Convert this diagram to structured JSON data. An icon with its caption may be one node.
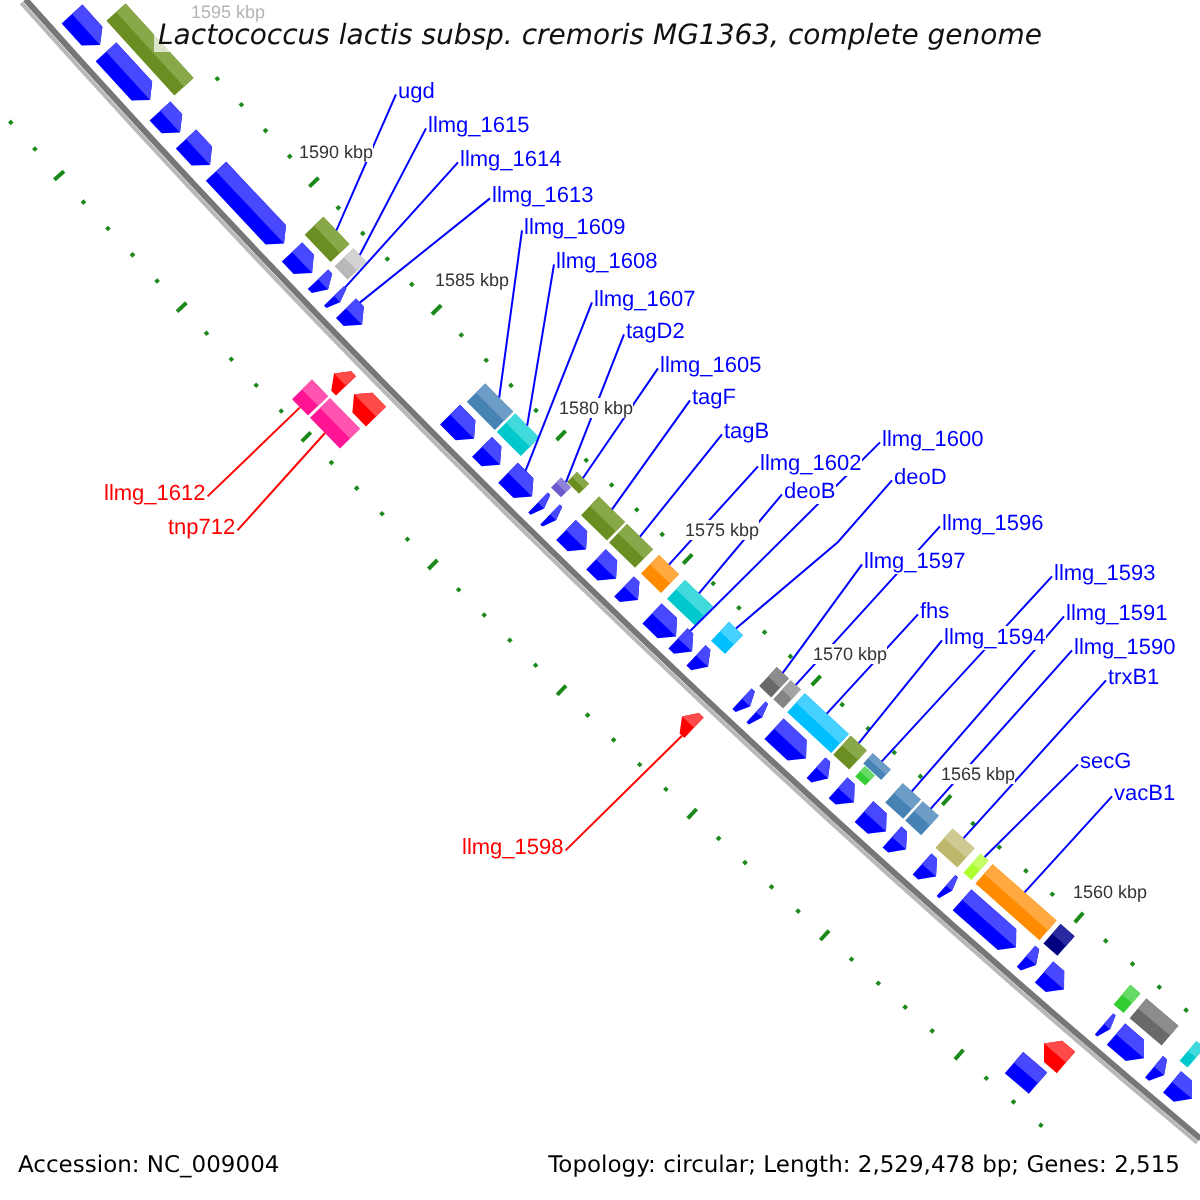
{
  "diagram": {
    "title": "Lactococcus lactis subsp. cremoris MG1363, complete genome",
    "nodes": [
      {
        "text": [
          "ugd"
        ]
      },
      {
        "text": [
          "llmg_1615"
        ]
      },
      {
        "text": [
          "llmg_1614"
        ]
      },
      {
        "text": [
          "llmg_1613"
        ]
      },
      {
        "text": [
          "llmg_1609"
        ]
      },
      {
        "text": [
          "llmg_1608"
        ]
      },
      {
        "text": [
          "llmg_1607"
        ]
      },
      {
        "text": [
          "tagD2"
        ]
      },
      {
        "text": [
          "llmg_1605"
        ]
      },
      {
        "text": [
          "tagF"
        ]
      },
      {
        "text": [
          "tagB"
        ]
      },
      {
        "text": [
          "llmg_1600"
        ]
      },
      {
        "text": [
          "llmg_1602"
        ]
      },
      {
        "text": [
          "deoD"
        ]
      },
      {
        "text": [
          "deoB"
        ]
      },
      {
        "text": [
          "llmg_1612"
        ]
      },
      {
        "text": [
          "llmg_1596"
        ]
      },
      {
        "text": [
          "tnp712"
        ]
      },
      {
        "text": [
          "llmg_1597"
        ]
      },
      {
        "text": [
          "llmg_1593"
        ]
      },
      {
        "text": [
          "fhs"
        ]
      },
      {
        "text": [
          "llmg_1591"
        ]
      },
      {
        "text": [
          "llmg_1594"
        ]
      },
      {
        "text": [
          "llmg_1590"
        ]
      },
      {
        "text": [
          "trxB1"
        ]
      },
      {
        "text": [
          "secG"
        ]
      },
      {
        "text": [
          "vacB1"
        ]
      },
      {
        "text": [
          "llmg_1598"
        ]
      },
      {
        "text": [],
        "shape": "arrow"
      },
      {
        "text": [],
        "shape": "bar"
      },
      {
        "text": [],
        "shape": "arrow"
      },
      {
        "text": [],
        "shape": "arrow"
      },
      {
        "text": [],
        "shape": "arrow"
      },
      {
        "text": [],
        "shape": "arrow"
      },
      {
        "text": [],
        "shape": "arrow"
      },
      {
        "text": [],
        "shape": "bar"
      },
      {
        "text": [],
        "shape": "arrow"
      },
      {
        "text": [],
        "shape": "bar"
      },
      {
        "text": [],
        "shape": "arrow"
      },
      {
        "text": [],
        "shape": "arrow"
      },
      {
        "text": [],
        "shape": "bar"
      },
      {
        "text": [],
        "shape": "arrow"
      },
      {
        "text": [],
        "shape": "bar"
      },
      {
        "text": [],
        "shape": "arrow"
      },
      {
        "text": [],
        "shape": "arrow"
      },
      {
        "text": [],
        "shape": "bar"
      },
      {
        "text": [],
        "shape": "arrow"
      },
      {
        "text": [],
        "shape": "bar"
      },
      {
        "text": [],
        "shape": "arrow"
      },
      {
        "text": [],
        "shape": "bar"
      },
      {
        "text": [],
        "shape": "arrow"
      },
      {
        "text": [],
        "shape": "arrow"
      },
      {
        "text": [],
        "shape": "bar"
      },
      {
        "text": [],
        "shape": "arrow"
      },
      {
        "text": [],
        "shape": "bar"
      },
      {
        "text": [],
        "shape": "bar"
      },
      {
        "text": [],
        "shape": "arrow"
      },
      {
        "text": [],
        "shape": "arrow"
      },
      {
        "text": [],
        "shape": "bar"
      },
      {
        "text": [],
        "shape": "arrow"
      },
      {
        "text": [],
        "shape": "bar"
      },
      {
        "text": [],
        "shape": "arrow"
      },
      {
        "text": [],
        "shape": "bar"
      },
      {
        "text": [],
        "shape": "arrow"
      },
      {
        "text": [],
        "shape": "arrow"
      },
      {
        "text": [],
        "shape": "arrow"
      },
      {
        "text": [],
        "shape": "bar"
      },
      {
        "text": [],
        "shape": "arrow"
      },
      {
        "text": [],
        "shape": "bar"
      },
      {
        "text": [],
        "shape": "arrow"
      },
      {
        "text": [],
        "shape": "bar"
      },
      {
        "text": [],
        "shape": "arrow"
      },
      {
        "text": [],
        "shape": "bar"
      },
      {
        "text": [],
        "shape": "bar"
      },
      {
        "text": [],
        "shape": "arrow"
      },
      {
        "text": [],
        "shape": "bar"
      },
      {
        "text": [],
        "shape": "arrow"
      },
      {
        "text": [],
        "shape": "bar"
      },
      {
        "text": [],
        "shape": "bar"
      },
      {
        "text": [],
        "shape": "arrow"
      },
      {
        "text": [],
        "shape": "arrow"
      },
      {
        "text": [],
        "shape": "bar"
      },
      {
        "text": [],
        "shape": "arrow"
      },
      {
        "text": [],
        "shape": "bar"
      },
      {
        "text": [],
        "shape": "arrow"
      },
      {
        "text": [],
        "shape": "bar"
      },
      {
        "text": [],
        "shape": "arrow"
      },
      {
        "text": [],
        "shape": "bar"
      },
      {
        "text": [],
        "shape": "arrow"
      },
      {
        "text": [],
        "shape": "bar"
      },
      {
        "text": [],
        "shape": "arrow"
      },
      {
        "text": [],
        "shape": "bar"
      },
      {
        "text": [],
        "shape": "arrow"
      },
      {
        "text": [],
        "shape": "bar"
      },
      {
        "text": [],
        "shape": "arrow"
      },
      {
        "text": [],
        "shape": "arrow"
      },
      {
        "text": [],
        "shape": "bar"
      },
      {
        "text": [],
        "shape": "arrow"
      }
    ],
    "edges": [
      {
        "from": 0,
        "to": 35,
        "arrow": "none"
      },
      {
        "from": 1,
        "to": 37,
        "arrow": "none"
      },
      {
        "from": 2,
        "to": 38,
        "arrow": "none"
      },
      {
        "from": 3,
        "to": 39,
        "arrow": "none"
      },
      {
        "from": 4,
        "to": 45,
        "arrow": "none"
      },
      {
        "from": 5,
        "to": 47,
        "arrow": "none"
      },
      {
        "from": 6,
        "to": 48,
        "arrow": "none"
      },
      {
        "from": 7,
        "to": 49,
        "arrow": "none"
      },
      {
        "from": 8,
        "to": 52,
        "arrow": "none"
      },
      {
        "from": 9,
        "to": 54,
        "arrow": "none"
      },
      {
        "from": 10,
        "to": 55,
        "arrow": "none"
      },
      {
        "from": 11,
        "to": 61,
        "arrow": "none"
      },
      {
        "from": 12,
        "to": 58,
        "arrow": "none"
      },
      {
        "from": 13,
        "to": 62,
        "arrow": "none"
      },
      {
        "from": 14,
        "to": 60,
        "arrow": "none"
      },
      {
        "from": 15,
        "to": 40,
        "arrow": "none",
        "color": "#ff0000"
      },
      {
        "from": 16,
        "to": 68,
        "arrow": "none"
      },
      {
        "from": 17,
        "to": 42,
        "arrow": "none",
        "color": "#ff0000"
      },
      {
        "from": 18,
        "to": 66,
        "arrow": "none"
      },
      {
        "from": 19,
        "to": 75,
        "arrow": "none"
      },
      {
        "from": 20,
        "to": 70,
        "arrow": "none"
      },
      {
        "from": 21,
        "to": 77,
        "arrow": "none"
      },
      {
        "from": 22,
        "to": 72,
        "arrow": "none"
      },
      {
        "from": 23,
        "to": 78,
        "arrow": "none"
      },
      {
        "from": 24,
        "to": 81,
        "arrow": "none"
      },
      {
        "from": 25,
        "to": 83,
        "arrow": "none"
      },
      {
        "from": 26,
        "to": 85,
        "arrow": "none"
      },
      {
        "from": 27,
        "to": 64,
        "arrow": "none",
        "color": "#ff0000"
      }
    ],
    "labels": [
      "1595 kbp",
      "1590 kbp",
      "1585 kbp",
      "1580 kbp",
      "1575 kbp",
      "1570 kbp",
      "1565 kbp",
      "1560 kbp",
      "Accession: NC_009004",
      "Topology: circular; Length: 2,529,478 bp; Genes: 2,515"
    ]
  }
}
